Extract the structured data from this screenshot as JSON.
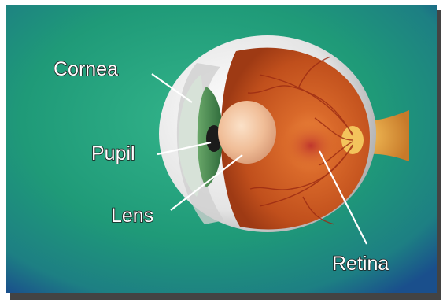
{
  "labels": {
    "cornea": "Cornea",
    "pupil": "Pupil",
    "lens": "Lens",
    "retina": "Retina"
  },
  "colors": {
    "background_green": "#1f9a78",
    "background_blue": "#1a4f8c",
    "sclera": "#e6e6e6",
    "iris": "#3f7f46",
    "lens": "#f3c9a7",
    "retina": "#d2621c",
    "optic_nerve": "#e8a040"
  }
}
